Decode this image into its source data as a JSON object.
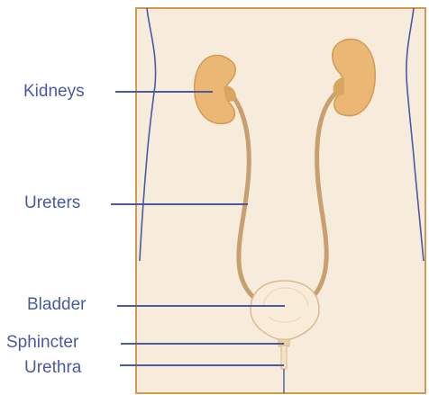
{
  "labels": {
    "kidneys": "Kidneys",
    "ureters": "Ureters",
    "bladder": "Bladder",
    "sphincter": "Sphincter",
    "urethra": "Urethra"
  },
  "colors": {
    "body_fill": "#f7ebdc",
    "body_border": "#d19a52",
    "outline_blue": "#4a5aa0",
    "kidney_fill": "#ebb775",
    "kidney_stroke": "#d49a50",
    "ureter": "#c89f6e",
    "bladder_fill": "#f8ecd9",
    "bladder_stroke": "#d8ba90",
    "label_text": "#4a5aa0"
  }
}
